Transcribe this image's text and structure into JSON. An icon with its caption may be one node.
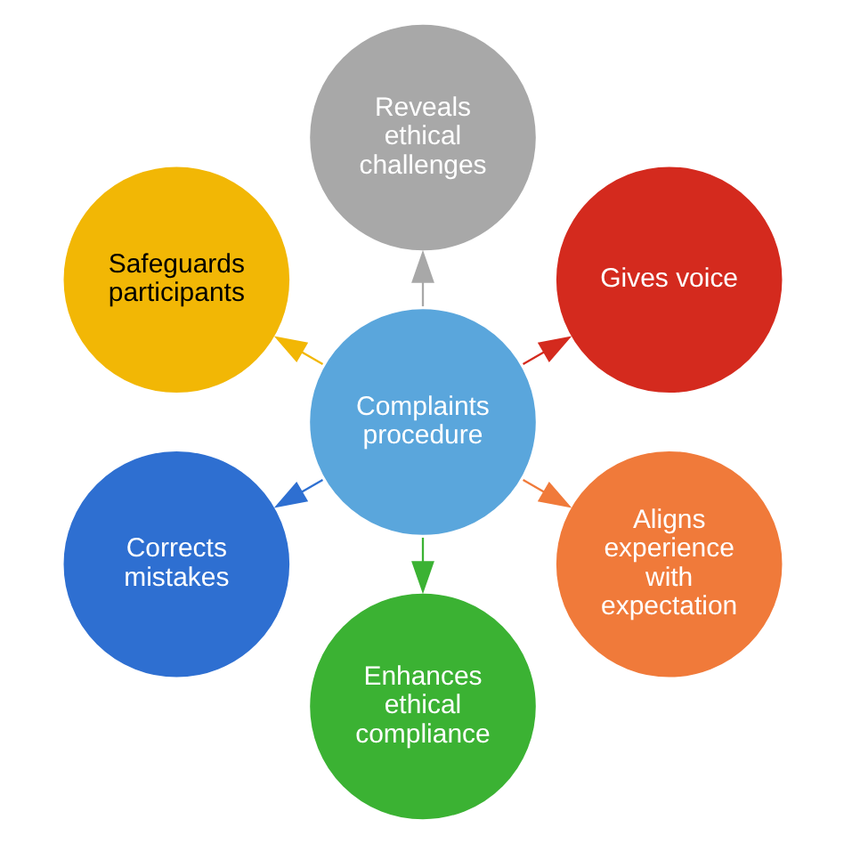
{
  "diagram": {
    "nodes": [
      {
        "text": [
          "Complaints procedure"
        ]
      },
      {
        "text": [
          "Gives voice"
        ]
      },
      {
        "text": [
          "Reveals ethical challenges"
        ]
      },
      {
        "text": [
          "Safeguards participants"
        ]
      },
      {
        "text": [
          "Corrects mistakes"
        ]
      },
      {
        "text": [
          "Enhances ethical compliance"
        ]
      },
      {
        "text": [
          "Aligns experience with expectation"
        ]
      }
    ],
    "edges": [
      {
        "from": 0,
        "to": 1,
        "arrow": "to",
        "color": "#d42a1e"
      },
      {
        "from": 0,
        "to": 2,
        "arrow": "to",
        "color": "#a8a8a8"
      },
      {
        "from": 0,
        "to": 3,
        "arrow": "to",
        "color": "#f2b705"
      },
      {
        "from": 0,
        "to": 4,
        "arrow": "to",
        "color": "#2e6fd1"
      },
      {
        "from": 0,
        "to": 5,
        "arrow": "to",
        "color": "#3bb233"
      },
      {
        "from": 0,
        "to": 6,
        "arrow": "to",
        "color": "#f07a3a"
      }
    ]
  }
}
